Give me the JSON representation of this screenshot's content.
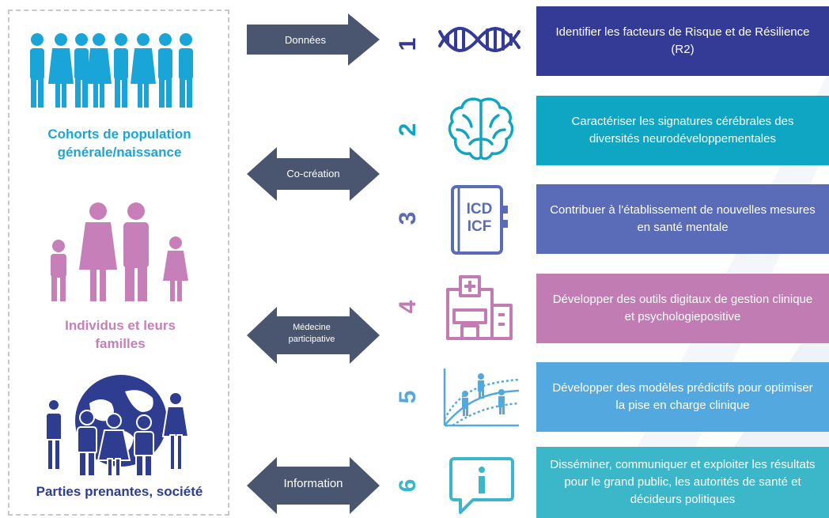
{
  "colors": {
    "cohorts": "#1aa5d8",
    "families": "#c77fb9",
    "society": "#2e3d8f",
    "arrow": "#4a5670",
    "goal1": "#343b96",
    "goal2": "#0fa6c4",
    "goal3": "#5a6bb7",
    "goal4": "#c07cb3",
    "goal5": "#53a9df",
    "goal6": "#3cb6c9"
  },
  "groups": {
    "cohorts": "Cohorts de population générale/naissance",
    "families": "Individus et leurs familles",
    "society": "Parties prenantes, société"
  },
  "arrows": {
    "donnees": "Données",
    "cocreation": "Co-création",
    "medecine": "Médecine participative",
    "information": "Information"
  },
  "icons": {
    "icon1": "dna-icon",
    "icon2": "brain-icon",
    "icon3_line1": "ICD",
    "icon3_line2": "ICF",
    "icon4": "hospital-icon",
    "icon5": "prediction-chart-icon",
    "icon6": "info-speech-bubble-icon"
  },
  "goals": [
    {
      "number": "1",
      "text": "Identifier les facteurs de Risque et de Résilience (R2)"
    },
    {
      "number": "2",
      "text": "Caractériser les signatures cérébrales des diversités neurodéveloppementales"
    },
    {
      "number": "3",
      "text": "Contribuer à l'établissement de nouvelles mesures en santé mentale"
    },
    {
      "number": "4",
      "text": "Développer des outils digitaux de gestion clinique et psychologiepositive"
    },
    {
      "number": "5",
      "text": "Développer des modèles prédictifs pour optimiser la pise en charge clinique"
    },
    {
      "number": "6",
      "text": "Disséminer, communiquer et exploiter les résultats pour le grand public, les autorités de santé et décideurs politiques"
    }
  ]
}
